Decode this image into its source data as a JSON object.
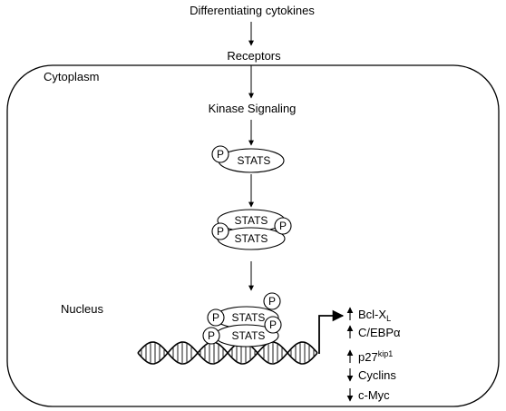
{
  "labels": {
    "top": "Differentiating cytokines",
    "receptors": "Receptors",
    "cytoplasm": "Cytoplasm",
    "kinase": "Kinase Signaling",
    "nucleus": "Nucleus"
  },
  "molecules": {
    "stat": "STATS",
    "phospho": "P"
  },
  "genes": [
    {
      "name": "Bcl-X",
      "sub": "L",
      "sup": "",
      "direction": "up"
    },
    {
      "name": "C/EBPα",
      "sub": "",
      "sup": "",
      "direction": "up"
    },
    {
      "name": "p27",
      "sub": "",
      "sup": "kip1",
      "direction": "up"
    },
    {
      "name": "Cyclins",
      "sub": "",
      "sup": "",
      "direction": "down"
    },
    {
      "name": "c-Myc",
      "sub": "",
      "sup": "",
      "direction": "down"
    }
  ]
}
